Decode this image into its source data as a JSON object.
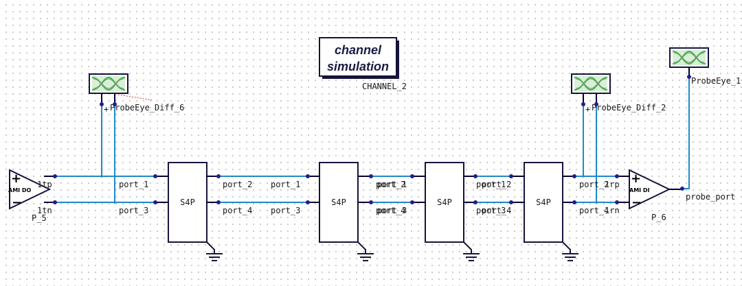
{
  "controller": {
    "title_line1": "channel",
    "title_line2": "simulation",
    "name": "CHANNEL_2"
  },
  "probes": [
    {
      "name": "ProbeEye_Diff_6",
      "plus": "+"
    },
    {
      "name": "ProbeEye_Diff_2",
      "plus": "+"
    },
    {
      "name": "ProbeEye_1"
    }
  ],
  "tx": {
    "name": "P_5",
    "label": "AMI DO",
    "pin_p": "1tp",
    "pin_n": "1tn",
    "plus": "+",
    "minus": "−"
  },
  "rx": {
    "name": "P_6",
    "label": "AMI DI",
    "pin_p": "1rp",
    "pin_n": "1rn",
    "plus": "+",
    "minus": "−",
    "probe_port": "probe_port"
  },
  "blocks": [
    {
      "type": "S4P",
      "left_top": "port_1",
      "left_bot": "port_3",
      "right_top": "port_2",
      "right_bot": "port_4"
    },
    {
      "type": "S4P",
      "left_top": "port_1",
      "left_bot": "port_3",
      "right_top": "port_2",
      "right_bot": "port_4"
    },
    {
      "type": "S4P",
      "left_top": "port_1",
      "left_bot": "port_3",
      "right_top": "port_2",
      "right_bot": "port_4"
    },
    {
      "type": "S4P",
      "left_top": "port_1",
      "left_bot": "port_3",
      "right_top": "port_2",
      "right_bot": "port_4"
    }
  ],
  "overlap_labels": {
    "b2_right_top": "port_2",
    "b2_right_bot": "port_4",
    "b3_left_top": "port_1",
    "b3_left_bot": "port_3",
    "b3_right_top_a": "port_1",
    "b3_right_top_b": "port_2",
    "b3_right_bot_a": "port_3",
    "b3_right_bot_b": "port_4",
    "b4_left_top": "port_1",
    "b4_left_bot": "port_3"
  },
  "colors": {
    "wire": "#1f88c8",
    "component": "#14143c",
    "node": "#2a1a8c",
    "eye_green": "#44b544",
    "eye_bg": "#d8efd8"
  },
  "icons": {
    "ground": "ground-icon",
    "eye": "eye-diagram-icon",
    "amp": "amplifier-triangle-icon"
  }
}
